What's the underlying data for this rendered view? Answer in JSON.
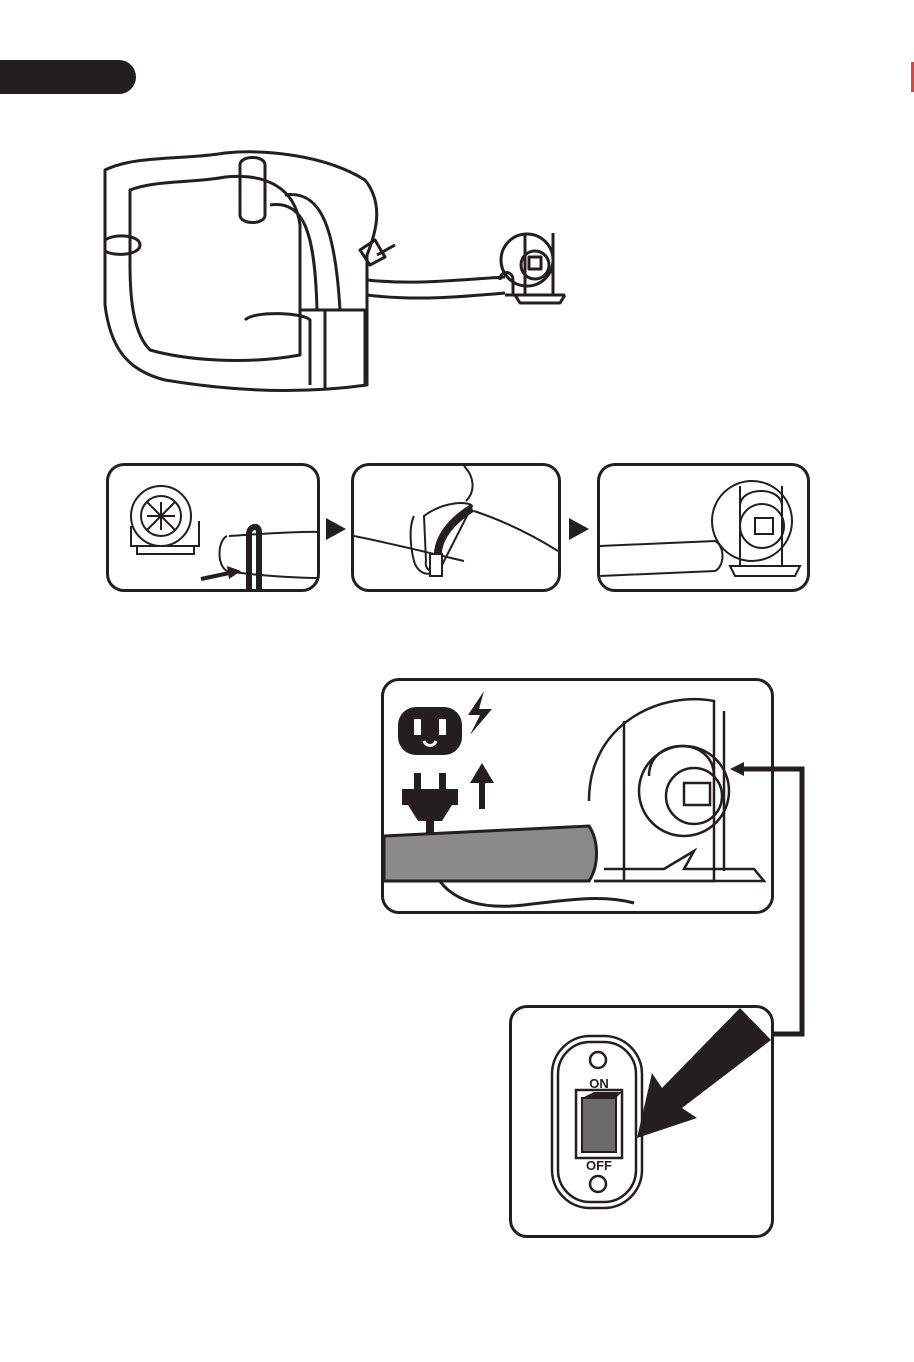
{
  "colors": {
    "ink": "#231f20",
    "tube": "#8a8a8a",
    "switch": "#6b6b6b",
    "accent": "#d9463f"
  },
  "switch": {
    "on_label": "ON",
    "off_label": "OFF"
  },
  "icons": [
    "header-tab",
    "inflatable-fort",
    "blower-unit",
    "tube-strap",
    "outlet-icon",
    "plug-icon",
    "lightning-icon",
    "up-arrow-icon",
    "step-arrow-icon",
    "rocker-switch"
  ]
}
